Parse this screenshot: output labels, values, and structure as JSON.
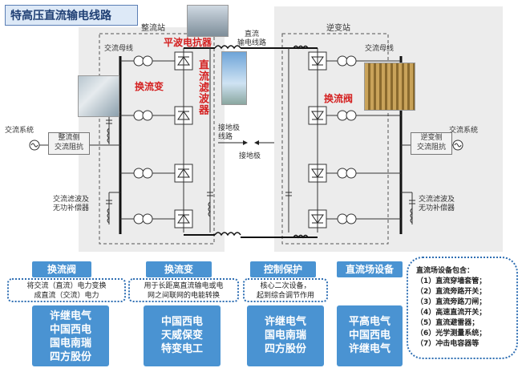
{
  "title": "特高压直流输电线路",
  "labels": {
    "rectifier_station": "整流站",
    "inverter_station": "逆变站",
    "ac_bus_left": "交流母线",
    "ac_bus_right": "交流母线",
    "dc_line": "直流\n输电线路",
    "smoothing_reactor": "平波电抗器",
    "converter_transformer": "换流变",
    "dc_filter": "直流滤波器",
    "converter_valve": "换流阀",
    "ac_system_left": "交流系统",
    "ac_system_right": "交流系统",
    "rect_impedance": "整流侧\n交流阻抗",
    "inv_impedance": "逆变侧\n交流阻抗",
    "ground_line": "接地极\n线路",
    "ground_electrode": "接地极",
    "ac_filter_left": "交流滤波及\n无功补偿器",
    "ac_filter_right": "交流滤波及\n无功补偿器"
  },
  "categories": [
    {
      "header": "换流阀",
      "desc": "将交流（直流）电力变换\n成直流（交流）电力",
      "companies": [
        "许继电气",
        "中国西电",
        "国电南瑞",
        "四方股份"
      ]
    },
    {
      "header": "换流变",
      "desc": "用于长距离直流输电或电\n网之间联网的电能转换",
      "companies": [
        "中国西电",
        "天威保变",
        "特变电工"
      ]
    },
    {
      "header": "控制保护",
      "desc": "核心二次设备，\n起到综合调节作用",
      "companies": [
        "许继电气",
        "国电南瑞",
        "四方股份"
      ]
    },
    {
      "header": "直流场设备",
      "desc": "",
      "companies": [
        "平高电气",
        "中国西电",
        "许继电气"
      ]
    }
  ],
  "dc_equipment": {
    "heading": "直流场设备包含：",
    "items": [
      "（1）直流穿墙套管；",
      "（2）直流旁路开关；",
      "（3）直流旁路刀闸；",
      "（4）高速直流开关；",
      "（5）直流避雷器；",
      "（6）光学测量系统；",
      "（7）冲击电容器等"
    ]
  },
  "colors": {
    "accent": "#4a93d2",
    "title_text": "#1f3f74",
    "highlight_red": "#d42020"
  }
}
